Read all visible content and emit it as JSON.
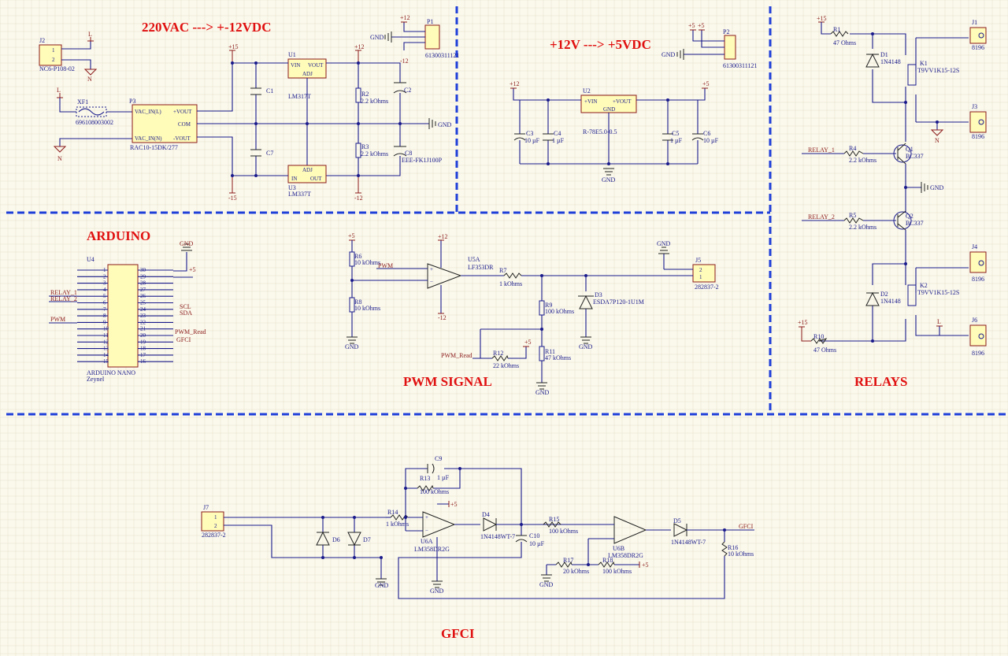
{
  "sections": {
    "ac_dc": "220VAC ---> +-12VDC",
    "dc_dc": "+12V ---> +5VDC",
    "arduino": "ARDUINO",
    "pwm": "PWM SIGNAL",
    "relays": "RELAYS",
    "gfci": "GFCI"
  },
  "components": {
    "j2": {
      "ref": "J2",
      "part": "NC6-P108-02"
    },
    "xf1": {
      "ref": "XF1",
      "part": "696108003002"
    },
    "p3": {
      "ref": "P3",
      "part": "RAC10-15DK/277",
      "pins": [
        "VAC_IN(L)",
        "VAC_IN(N)",
        "+VOUT",
        "COM",
        "-VOUT"
      ]
    },
    "u1": {
      "ref": "U1",
      "part": "LM317T",
      "pins": [
        "VIN",
        "VOUT",
        "ADJ"
      ]
    },
    "u3": {
      "ref": "U3",
      "part": "LM337T",
      "pins": [
        "ADJ",
        "IN",
        "OUT"
      ]
    },
    "c1": {
      "ref": "C1"
    },
    "c7": {
      "ref": "C7"
    },
    "r2": {
      "ref": "R2",
      "value": "2.2 kOhms"
    },
    "r3": {
      "ref": "R3",
      "value": "2.2 kOhms"
    },
    "c2": {
      "ref": "C2"
    },
    "c8": {
      "ref": "C8",
      "part": "EEE-FK1J100P"
    },
    "p1": {
      "ref": "P1",
      "part": "61300311121"
    },
    "p2": {
      "ref": "P2",
      "part": "61300311121"
    },
    "u2": {
      "ref": "U2",
      "part": "R-78E5.0-0.5",
      "pins": [
        "+VIN",
        "+VOUT",
        "GND"
      ]
    },
    "c3": {
      "ref": "C3",
      "value": "10 µF"
    },
    "c4": {
      "ref": "C4",
      "value": "1 µF"
    },
    "c5": {
      "ref": "C5",
      "value": "1 µF"
    },
    "c6": {
      "ref": "C6",
      "value": "10 µF"
    },
    "u4": {
      "ref": "U4",
      "part": "ARDUINO NANO",
      "author": "Zeynel"
    },
    "u5a": {
      "ref": "U5A",
      "part": "LF353DR"
    },
    "r6": {
      "ref": "R6",
      "value": "10 kOhms"
    },
    "r8": {
      "ref": "R8",
      "value": "10 kOhms"
    },
    "r7": {
      "ref": "R7",
      "value": "1 kOhms"
    },
    "r9": {
      "ref": "R9",
      "value": "100 kOhms"
    },
    "r11": {
      "ref": "R11",
      "value": "47 kOhms"
    },
    "r12": {
      "ref": "R12",
      "value": "22 kOhms"
    },
    "d3": {
      "ref": "D3",
      "part": "ESDA7P120-1U1M"
    },
    "j5": {
      "ref": "J5",
      "part": "282837-2"
    },
    "r1": {
      "ref": "R1",
      "value": "47 Ohms"
    },
    "d1": {
      "ref": "D1",
      "part": "1N4148"
    },
    "k1": {
      "ref": "K1",
      "part": "T9VV1K15-12S"
    },
    "j1": {
      "ref": "J1",
      "part": "8196"
    },
    "j3": {
      "ref": "J3",
      "part": "8196"
    },
    "r4": {
      "ref": "R4",
      "value": "2.2 kOhms"
    },
    "q1": {
      "ref": "Q1",
      "part": "BC337"
    },
    "r5": {
      "ref": "R5",
      "value": "2.2 kOhms"
    },
    "q2": {
      "ref": "Q2",
      "part": "BC337"
    },
    "j4": {
      "ref": "J4",
      "part": "8196"
    },
    "d2": {
      "ref": "D2",
      "part": "1N4148"
    },
    "k2": {
      "ref": "K2",
      "part": "T9VV1K15-12S"
    },
    "r10": {
      "ref": "R10",
      "value": "47 Ohms"
    },
    "j6": {
      "ref": "J6",
      "part": "8196"
    },
    "j7": {
      "ref": "J7",
      "part": "282837-2"
    },
    "d6": {
      "ref": "D6"
    },
    "d7": {
      "ref": "D7"
    },
    "r14": {
      "ref": "R14",
      "value": "1 kOhms"
    },
    "c9": {
      "ref": "C9",
      "value": "1 µF"
    },
    "r13": {
      "ref": "R13",
      "value": "100 kOhms"
    },
    "u6a": {
      "ref": "U6A",
      "part": "LM358DR2G"
    },
    "d4": {
      "ref": "D4",
      "part": "1N4148WT-7"
    },
    "c10": {
      "ref": "C10",
      "value": "10 µF"
    },
    "r15": {
      "ref": "R15",
      "value": "100 kOhms"
    },
    "u6b": {
      "ref": "U6B",
      "part": "LM358DR2G"
    },
    "r17": {
      "ref": "R17",
      "value": "20 kOhms"
    },
    "r18": {
      "ref": "R18",
      "value": "100 kOhms"
    },
    "d5": {
      "ref": "D5",
      "part": "1N4148WT-7"
    },
    "r16": {
      "ref": "R16",
      "value": "10 kOhms"
    }
  },
  "nets": {
    "p15": "+15",
    "m15": "-15",
    "p12": "+12",
    "m12": "-12",
    "p5": "+5",
    "gnd": "GND",
    "l": "L",
    "n": "N",
    "relay1": "RELAY_1",
    "relay2": "RELAY_2",
    "pwm": "PWM",
    "pwm_read": "PWM_Read",
    "gfci": "GFCI",
    "scl": "SCL",
    "sda": "SDA",
    "com": "COM"
  },
  "arduino_pins_left": [
    "1",
    "2",
    "3",
    "4",
    "5",
    "6",
    "7",
    "8",
    "9",
    "10",
    "11",
    "12",
    "13",
    "14",
    "15"
  ],
  "arduino_pins_right": [
    "30",
    "29",
    "28",
    "27",
    "26",
    "25",
    "24",
    "23",
    "22",
    "21",
    "20",
    "19",
    "18",
    "17",
    "16"
  ],
  "arduino_nets_left": [
    "RELAY_1",
    "RELAY_2",
    "PWM"
  ],
  "arduino_nets_right": [
    "GND",
    "+5",
    "SCL",
    "SDA",
    "PWM_Read",
    "GFCI"
  ]
}
